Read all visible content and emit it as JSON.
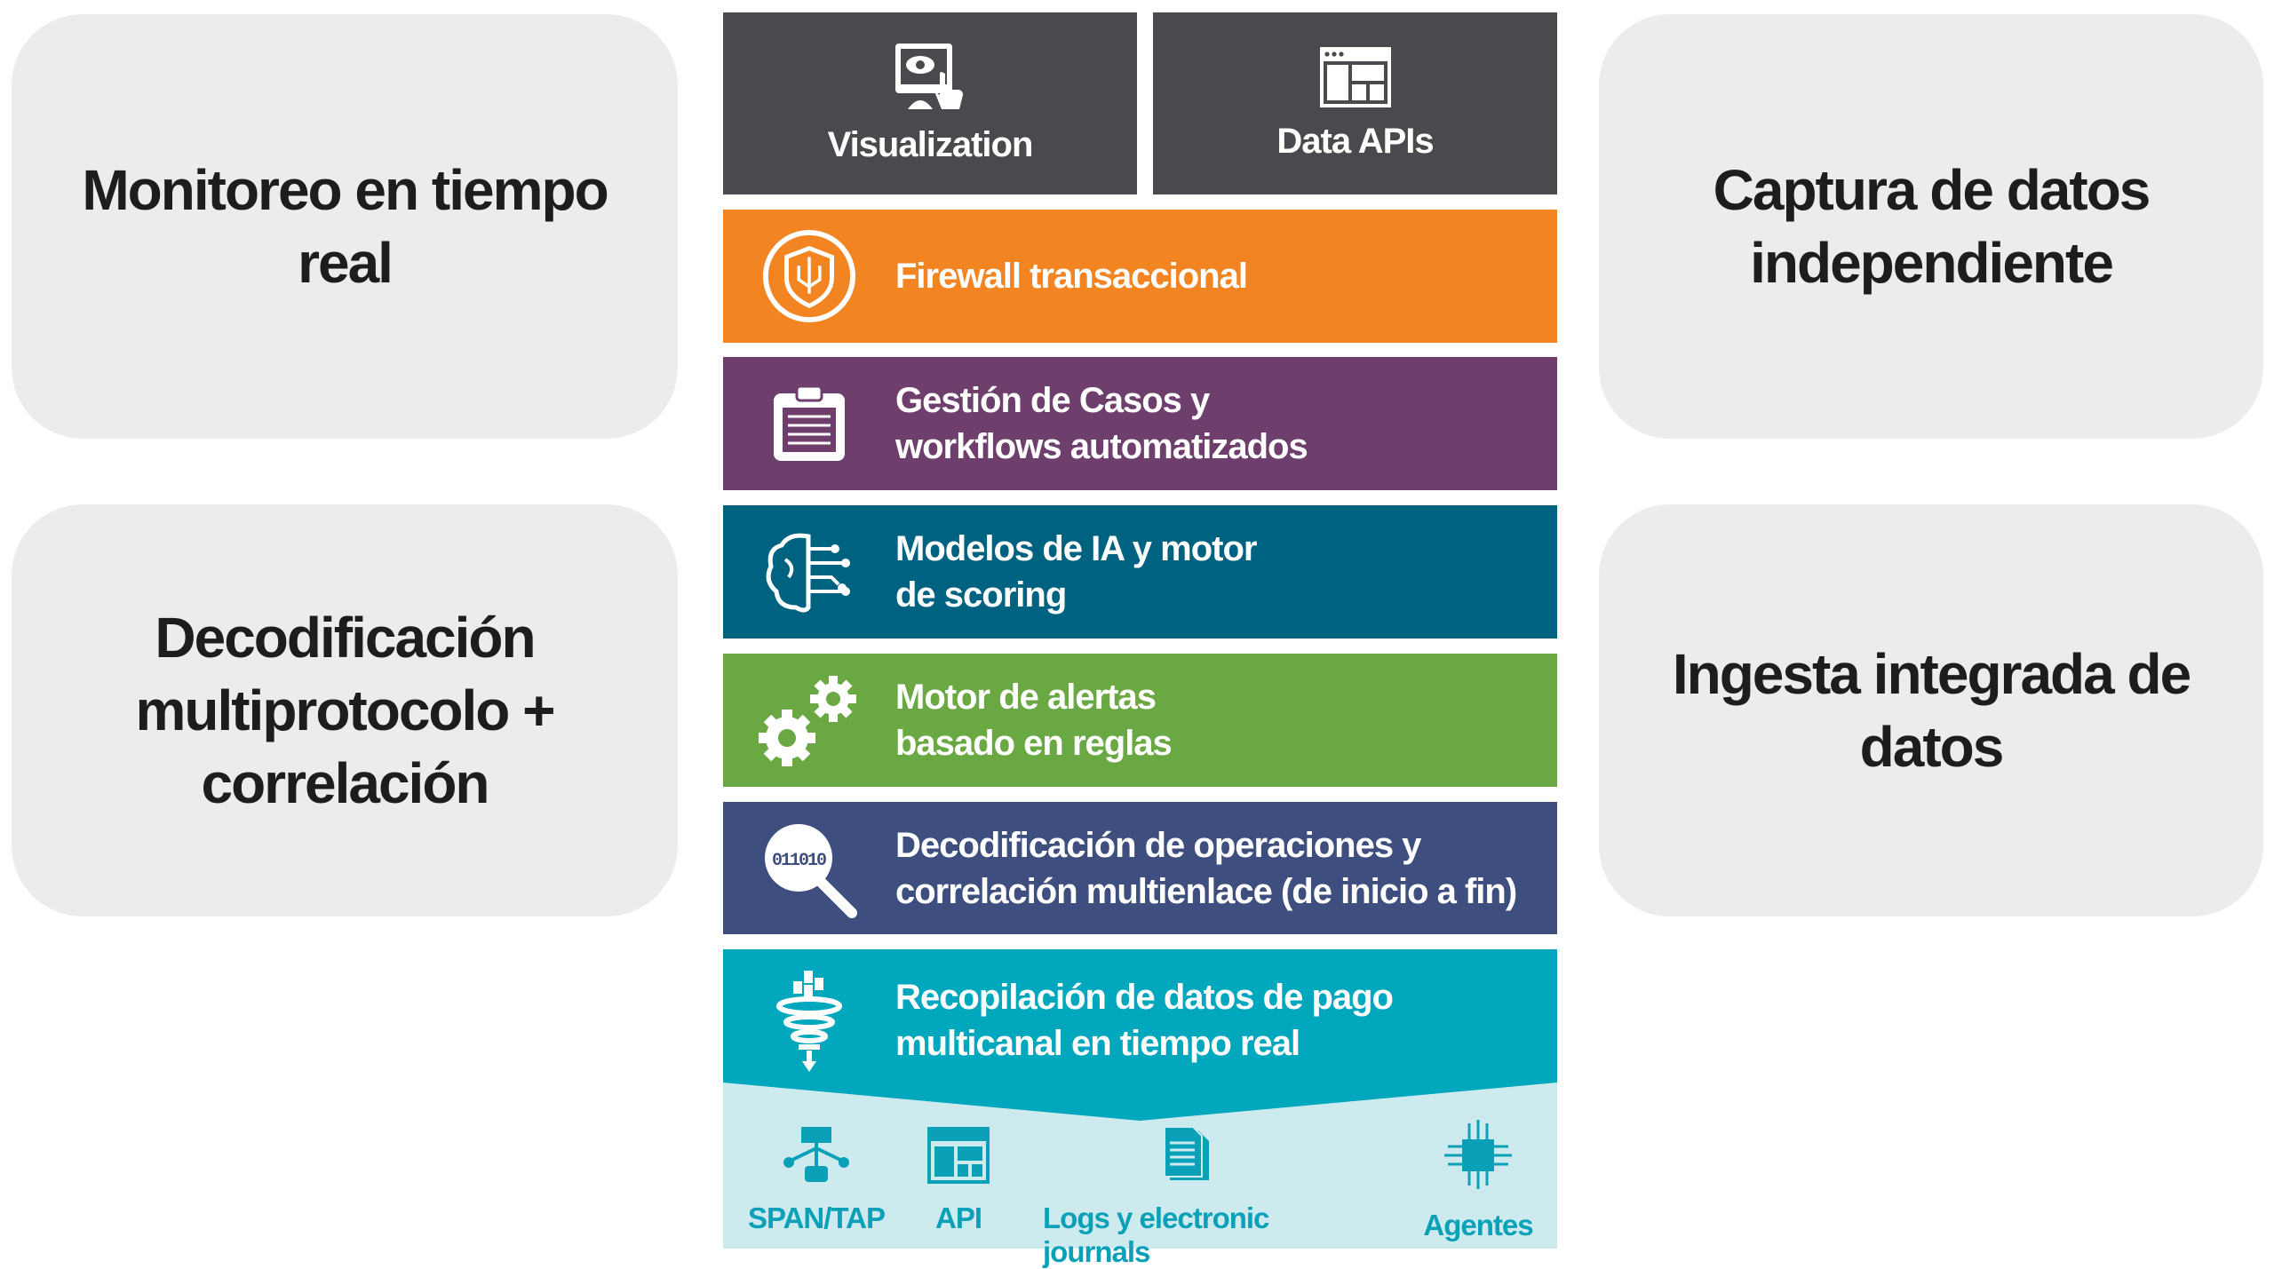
{
  "side_boxes": {
    "top_left": "Monitoreo en tiempo real",
    "bottom_left": "Decodificación multiprotocolo + correlación",
    "top_right": "Captura de datos independiente",
    "bottom_right": "Ingesta integrada de datos"
  },
  "top_tiles": [
    {
      "label": "Visualization",
      "icon": "monitor-eye-touch-icon"
    },
    {
      "label": "Data APIs",
      "icon": "browser-window-icon"
    }
  ],
  "layers": [
    {
      "line1": "Firewall transaccional",
      "line2": "",
      "color": "#f28421",
      "icon": "shield-circuit-icon"
    },
    {
      "line1": "Gestión de Casos y",
      "line2": "workflows automatizados",
      "color": "#6e3f6c",
      "icon": "clipboard-icon"
    },
    {
      "line1": "Modelos de IA y motor",
      "line2": "de scoring",
      "color": "#006281",
      "icon": "brain-circuit-icon"
    },
    {
      "line1": "Motor de alertas",
      "line2": "basado en  reglas",
      "color": "#6aa844",
      "icon": "gears-icon"
    },
    {
      "line1": "Decodificación de operaciones y",
      "line2": "correlación multienlace (de inicio a fin)",
      "color": "#3e4f7f",
      "icon": "binary-magnifier-icon"
    }
  ],
  "collection": {
    "line1": "Recopilación de datos de pago",
    "line2": "multicanal en tiempo real",
    "color": "#00a7bd",
    "bg": "#cdebef",
    "icon": "data-funnel-icon"
  },
  "sources": [
    {
      "label": "SPAN/TAP",
      "icon": "network-tap-icon"
    },
    {
      "label": "API",
      "icon": "api-window-icon"
    },
    {
      "label": "Logs y electronic journals",
      "icon": "documents-icon"
    },
    {
      "label": "Agentes",
      "icon": "chip-icon"
    }
  ]
}
